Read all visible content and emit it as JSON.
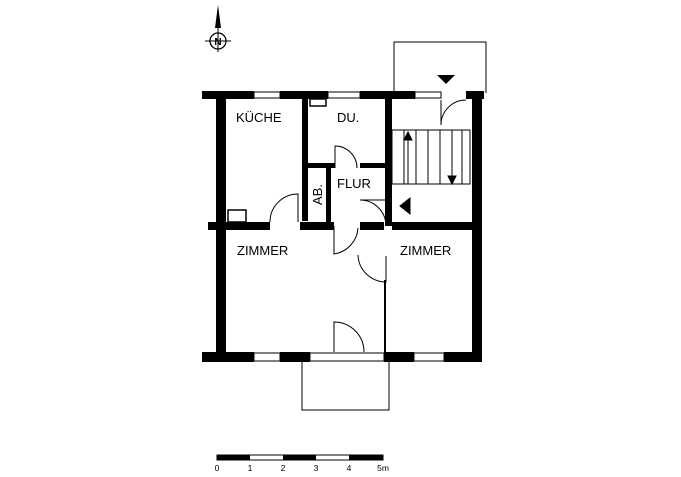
{
  "rooms": {
    "kueche": "KÜCHE",
    "dusche": "DU.",
    "abstell": "AB.",
    "flur": "FLUR",
    "zimmer_left": "ZIMMER",
    "zimmer_right": "ZIMMER"
  },
  "compass": {
    "label": "N"
  },
  "scale": {
    "ticks": [
      "0",
      "1",
      "2",
      "3",
      "4",
      "5m"
    ]
  }
}
